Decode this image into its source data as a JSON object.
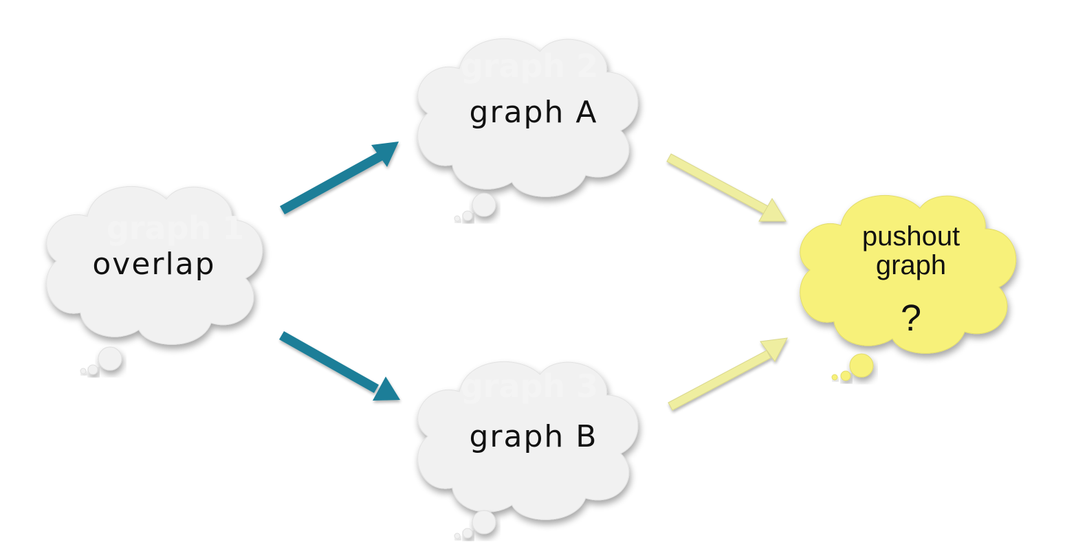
{
  "nodes": {
    "overlap": {
      "label": "overlap",
      "ghost": "graph 1",
      "fill": "#f1f1f1"
    },
    "graph_a": {
      "label": "graph A",
      "ghost": "graph 2",
      "fill": "#f1f1f1"
    },
    "graph_b": {
      "label": "graph B",
      "ghost": "graph 3",
      "fill": "#f1f1f1"
    },
    "pushout": {
      "label_line1": "pushout",
      "label_line2": "graph",
      "label_line3": "?",
      "fill": "#f7f17a"
    }
  },
  "edges": [
    {
      "from": "overlap",
      "to": "graph A",
      "color": "#1a7e98"
    },
    {
      "from": "overlap",
      "to": "graph B",
      "color": "#1a7e98"
    },
    {
      "from": "graph A",
      "to": "pushout graph",
      "color": "#efeea0"
    },
    {
      "from": "graph B",
      "to": "pushout graph",
      "color": "#efeea0"
    }
  ]
}
